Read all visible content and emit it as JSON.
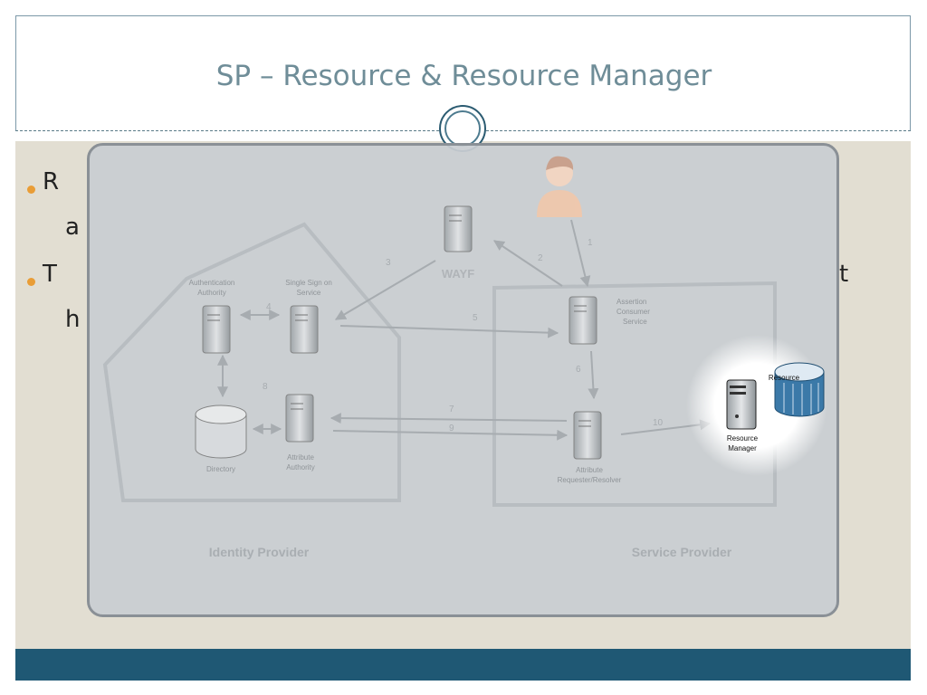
{
  "slide": {
    "title": "SP – Resource & Resource Manager",
    "bullets": [
      {
        "visible_left": "R",
        "visible_left_line2": "a",
        "visible_right": ""
      },
      {
        "visible_left": "T",
        "visible_left_line2": "h",
        "visible_right": "t"
      }
    ],
    "colors": {
      "title": "#6f8d98",
      "footer": "#1f5874",
      "bullet_dot": "#e99d36",
      "body_bg": "#e2ded2"
    }
  },
  "diagram": {
    "zones": {
      "identity_provider": "Identity Provider",
      "service_provider": "Service Provider"
    },
    "nodes": {
      "wayf": "WAYF",
      "auth_authority": [
        "Authentication",
        "Authority"
      ],
      "sso": [
        "Single Sign on",
        "Service"
      ],
      "acs": [
        "Assertion",
        "Consumer",
        "Service"
      ],
      "directory": "Directory",
      "attr_authority": [
        "Attribute",
        "Authority"
      ],
      "attr_requester": [
        "Attribute",
        "Requester/Resolver"
      ],
      "resource_manager": [
        "Resource",
        "Manager"
      ],
      "resource": "Resource"
    },
    "steps": [
      "1",
      "2",
      "3",
      "4",
      "5",
      "6",
      "7",
      "8",
      "9",
      "10"
    ]
  }
}
